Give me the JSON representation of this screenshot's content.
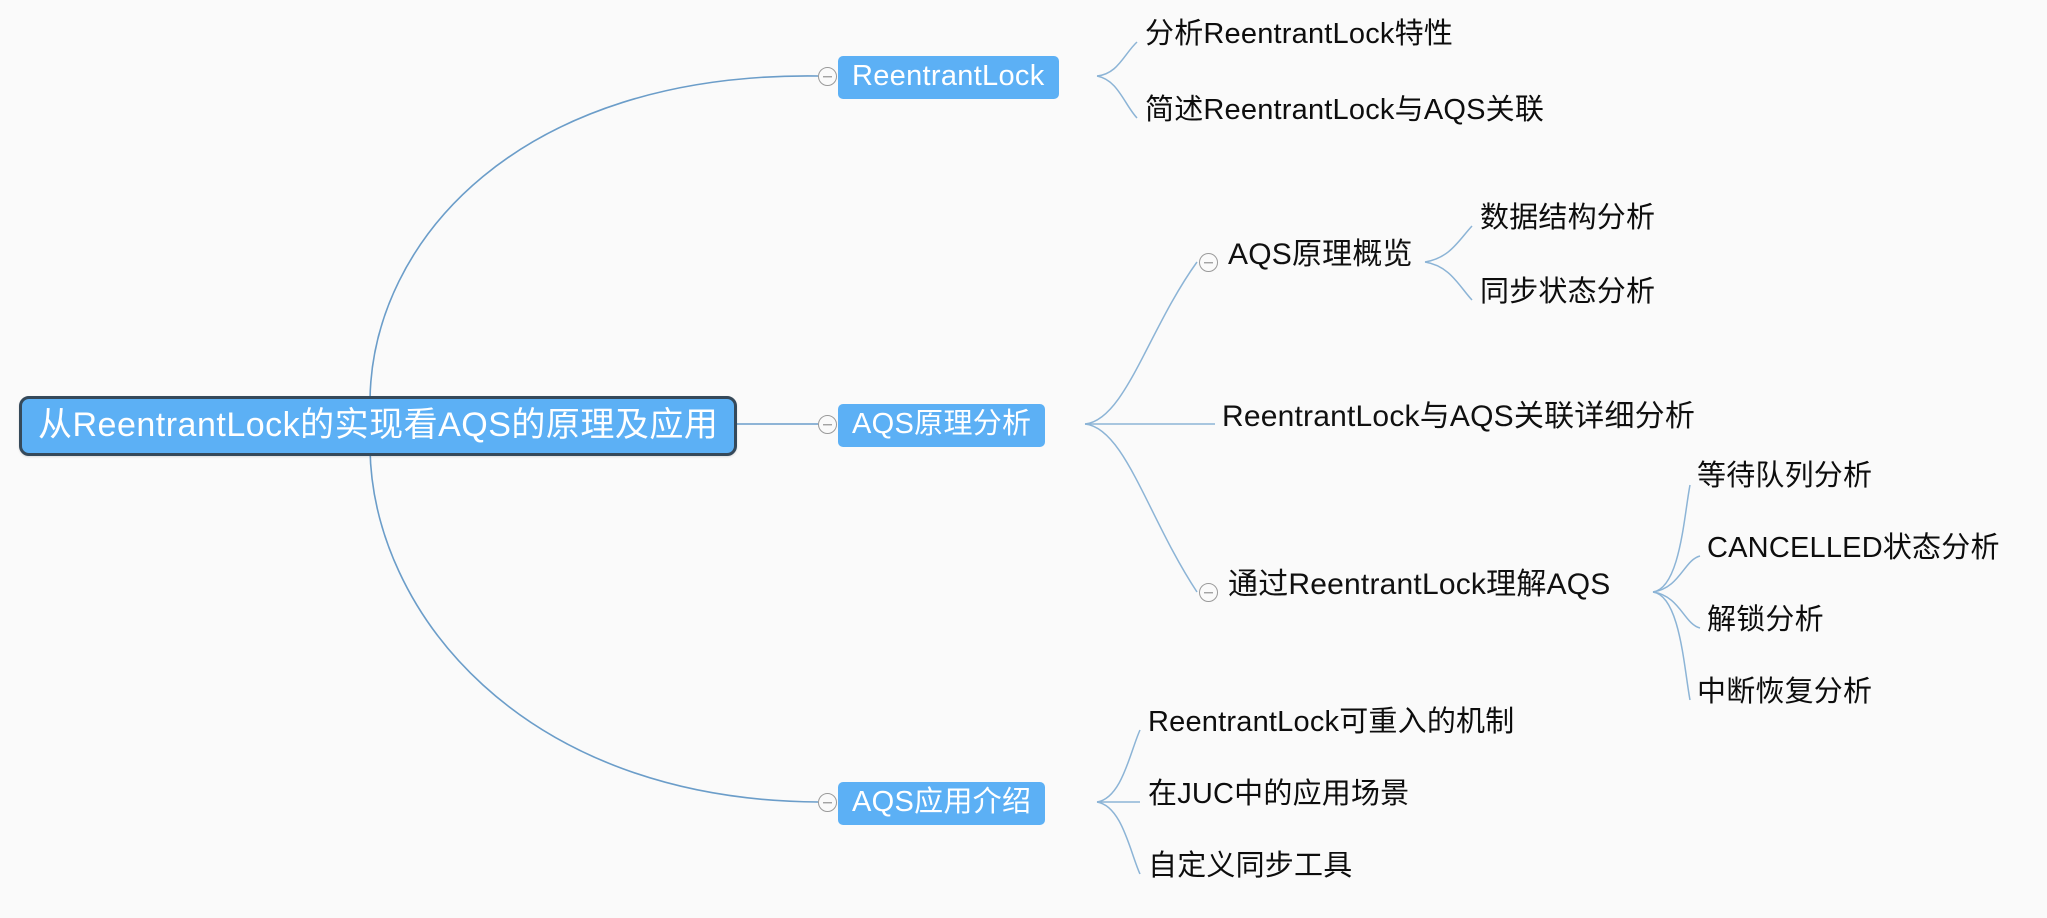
{
  "canvas": {
    "background": "#fafafa",
    "edge_color": "#6b9dc9",
    "node_fill": "#5cb0f5",
    "root_border": "#35495a",
    "node_text_color": "#ffffff",
    "topic_text_color": "#101010"
  },
  "root": {
    "label": "从ReentrantLock的实现看AQS的原理及应用"
  },
  "branches": [
    {
      "label": "ReentrantLock",
      "toggle_icon": "collapse-minus-icon",
      "children": [
        {
          "label": "分析ReentrantLock特性"
        },
        {
          "label": "简述ReentrantLock与AQS关联"
        }
      ]
    },
    {
      "label": "AQS原理分析",
      "toggle_icon": "collapse-minus-icon",
      "children": [
        {
          "label": "AQS原理概览",
          "toggle_icon": "collapse-minus-icon",
          "children": [
            {
              "label": "数据结构分析"
            },
            {
              "label": "同步状态分析"
            }
          ]
        },
        {
          "label": "ReentrantLock与AQS关联详细分析",
          "children": []
        },
        {
          "label": "通过ReentrantLock理解AQS",
          "toggle_icon": "collapse-minus-icon",
          "children": [
            {
              "label": "等待队列分析"
            },
            {
              "label": "CANCELLED状态分析"
            },
            {
              "label": "解锁分析"
            },
            {
              "label": "中断恢复分析"
            }
          ]
        }
      ]
    },
    {
      "label": "AQS应用介绍",
      "toggle_icon": "collapse-minus-icon",
      "children": [
        {
          "label": "ReentrantLock可重入的机制"
        },
        {
          "label": "在JUC中的应用场景"
        },
        {
          "label": "自定义同步工具"
        }
      ]
    }
  ]
}
